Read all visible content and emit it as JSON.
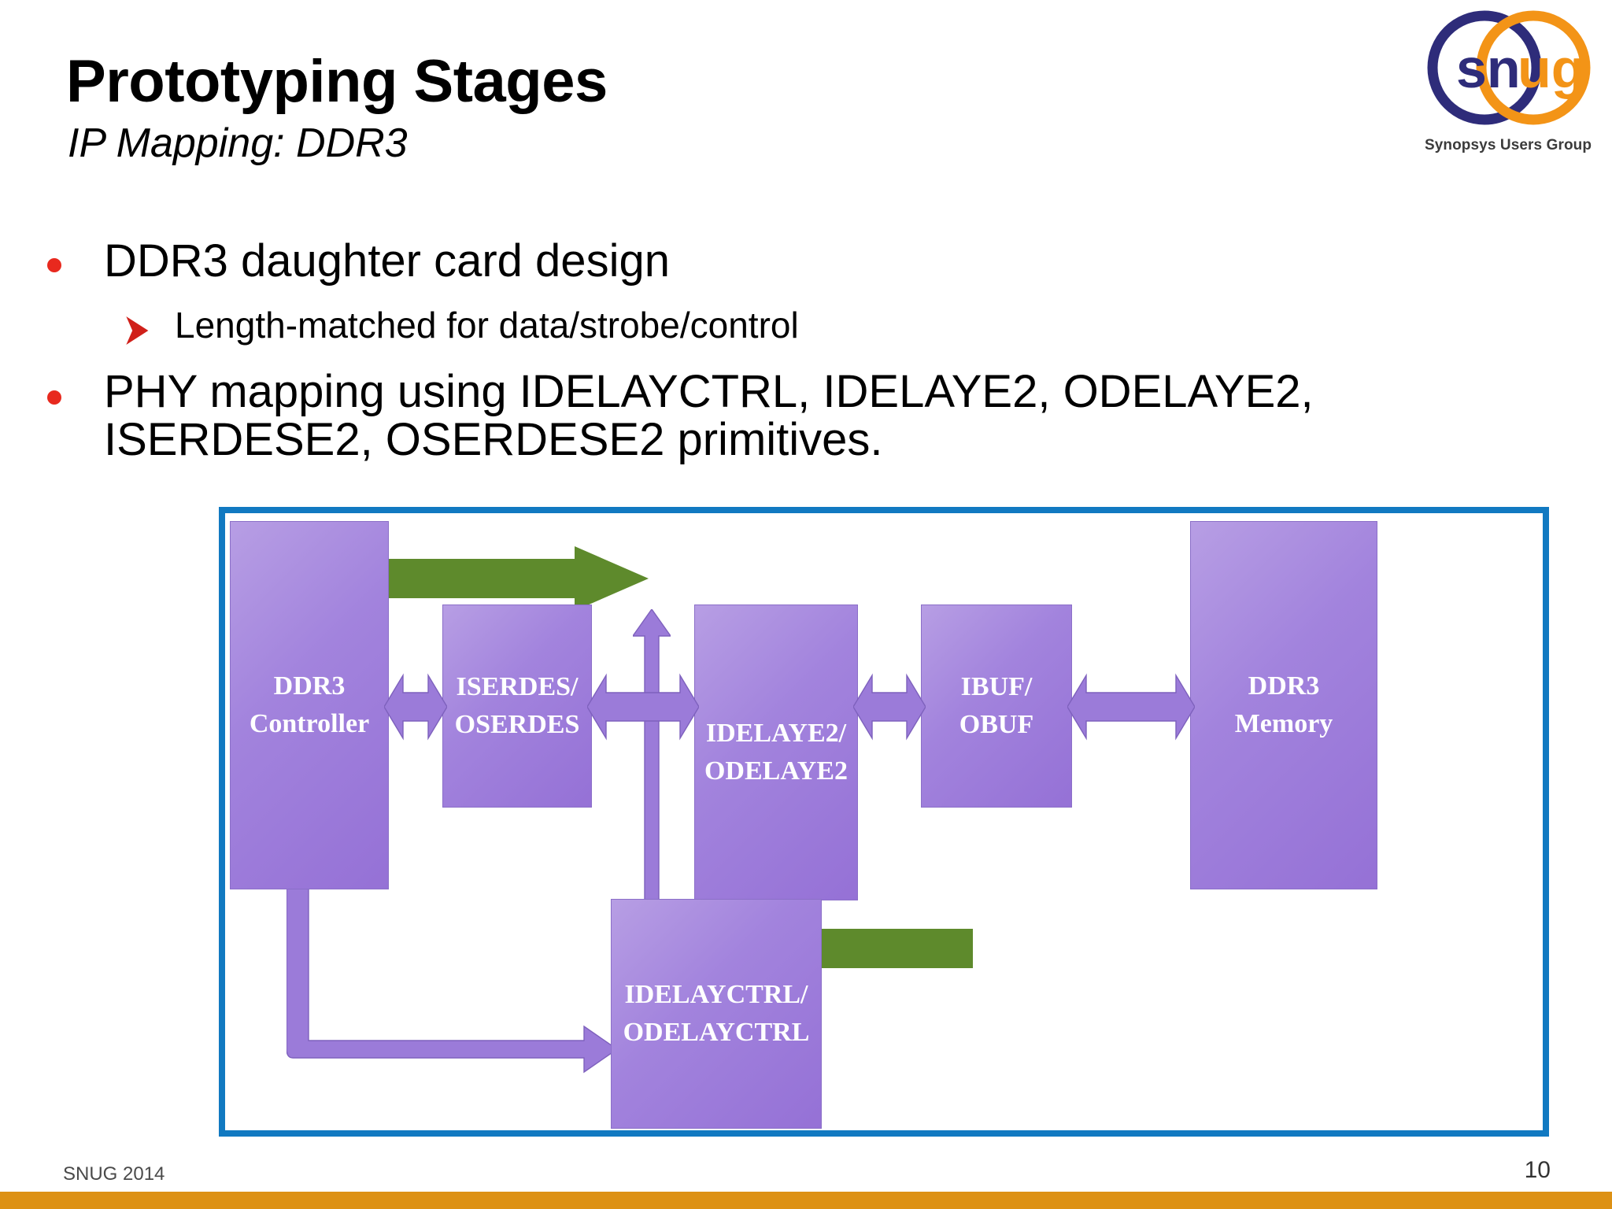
{
  "slide": {
    "title": "Prototyping Stages",
    "subtitle": "IP Mapping: DDR3",
    "footer_left": "SNUG 2014",
    "page_number": "10"
  },
  "logo": {
    "text_part1": "sn",
    "text_part2": "ug",
    "caption": "Synopsys Users Group",
    "color_navy": "#2E2C7A",
    "color_orange": "#F39417"
  },
  "bullets": [
    {
      "level": 1,
      "marker": "red-dot-bullet",
      "text": "DDR3 daughter card design"
    },
    {
      "level": 2,
      "marker": "red-arrow-bullet",
      "text": "Length-matched for data/strobe/control"
    },
    {
      "level": 1,
      "marker": "red-dot-bullet",
      "text_line1": "PHY mapping using IDELAYCTRL, IDELAYE2, ODELAYE2,",
      "text_line2": "ISERDESE2, OSERDESE2 primitives."
    }
  ],
  "diagram": {
    "frame_color": "#1179C1",
    "box_fill_light": "#b79ee4",
    "box_fill_dark": "#9571d6",
    "green_arrow_color": "#5E8A2C",
    "purple_arrow_color": "#9B7BD9",
    "blocks": [
      {
        "id": "ddr3-controller",
        "line1": "DDR3",
        "line2": "Controller"
      },
      {
        "id": "iserdes-oserdes",
        "line1": "ISERDES/",
        "line2": "OSERDES"
      },
      {
        "id": "idelaye2-odelaye2",
        "line1": "IDELAYE2/",
        "line2": "ODELAYE2"
      },
      {
        "id": "ibuf-obuf",
        "line1": "IBUF/",
        "line2": "OBUF"
      },
      {
        "id": "ddr3-memory",
        "line1": "DDR3",
        "line2": "Memory"
      },
      {
        "id": "idelayctrl-odelayctrl",
        "line1": "IDELAYCTRL/",
        "line2": "ODELAYCTRL"
      }
    ],
    "connectors": [
      {
        "id": "conn-controller-iserdes",
        "type": "bidirectional"
      },
      {
        "id": "conn-iserdes-idelaye2",
        "type": "bidirectional"
      },
      {
        "id": "conn-idelaye2-ibuf",
        "type": "bidirectional"
      },
      {
        "id": "conn-ibuf-memory",
        "type": "bidirectional"
      },
      {
        "id": "write-path-arrow",
        "type": "green-right"
      },
      {
        "id": "read-path-arrow",
        "type": "green-left"
      },
      {
        "id": "ctrl-to-idelaye2-arrow",
        "type": "purple-up"
      },
      {
        "id": "controller-to-ctrl-elbow",
        "type": "purple-elbow-right"
      }
    ]
  }
}
